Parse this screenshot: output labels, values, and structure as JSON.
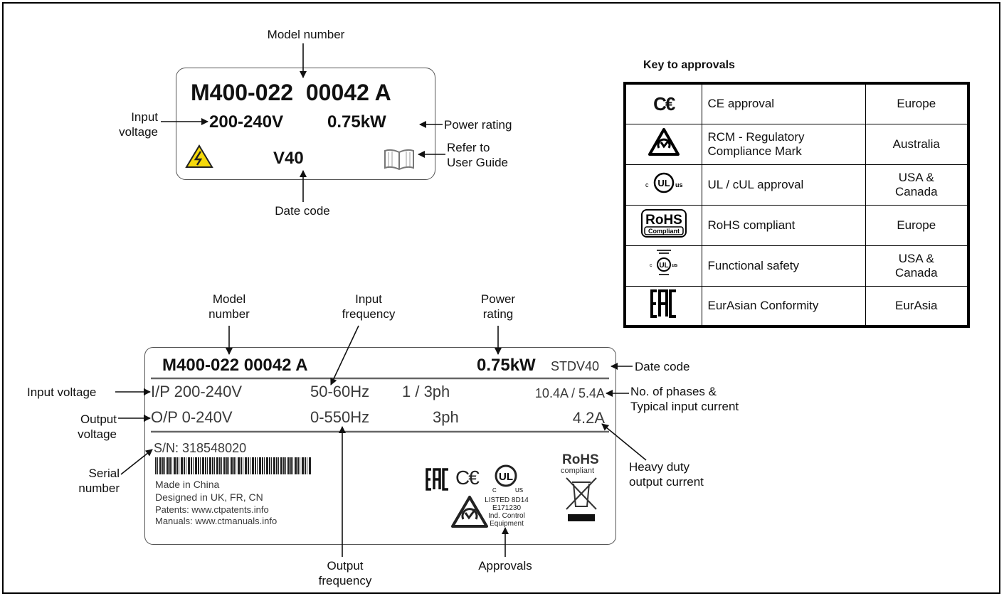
{
  "top_label": {
    "model": "M400-022  00042 A",
    "voltage": "200-240V",
    "power": "0.75kW",
    "date": "V40"
  },
  "top_callouts": {
    "model_number": "Model number",
    "input_voltage": "Input\nvoltage",
    "power_rating": "Power rating",
    "refer": "Refer to\nUser Guide",
    "date_code": "Date code"
  },
  "key": {
    "title": "Key to approvals",
    "rows": [
      {
        "icon": "ce-mark-icon",
        "desc": "CE approval",
        "region": "Europe"
      },
      {
        "icon": "rcm-mark-icon",
        "desc": "RCM - Regulatory Compliance Mark",
        "region": "Australia"
      },
      {
        "icon": "ul-cul-mark-icon",
        "desc": "UL / cUL approval",
        "region": "USA &\nCanada"
      },
      {
        "icon": "rohs-compliant-icon",
        "desc": "RoHS compliant",
        "region": "Europe"
      },
      {
        "icon": "functional-safety-ul-icon",
        "desc": "Functional safety",
        "region": "USA &\nCanada"
      },
      {
        "icon": "eac-mark-icon",
        "desc": "EurAsian Conformity",
        "region": "EurAsia"
      }
    ]
  },
  "bottom_label": {
    "model": "M400-022 00042 A",
    "power": "0.75kW",
    "date_code": "STDV40",
    "ip_voltage": "I/P 200-240V",
    "ip_freq": "50-60Hz",
    "ip_phases": "1 / 3ph",
    "ip_current": "10.4A / 5.4A",
    "op_voltage": "O/P 0-240V",
    "op_freq": "0-550Hz",
    "op_phases": "3ph",
    "op_current": "4.2A",
    "serial": "S/N: 318548020",
    "made": "Made in China",
    "designed": "Designed in UK, FR, CN",
    "patents": "Patents: www.ctpatents.info",
    "manuals": "Manuals: www.ctmanuals.info",
    "ul_listed": "LISTED 8D14\nE171230\nInd. Control\nEquipment",
    "rohs_word": "RoHS",
    "rohs_compliant": "compliant",
    "eac": "EAC",
    "ce": "CE"
  },
  "bottom_callouts": {
    "model_number": "Model\nnumber",
    "input_frequency": "Input\nfrequency",
    "power_rating": "Power\nrating",
    "date_code": "Date code",
    "input_voltage": "Input voltage",
    "phases": "No. of phases &\nTypical input current",
    "output_voltage": "Output\nvoltage",
    "serial_number": "Serial\nnumber",
    "heavy_duty": "Heavy duty\noutput current",
    "output_frequency": "Output\nfrequency",
    "approvals": "Approvals"
  }
}
